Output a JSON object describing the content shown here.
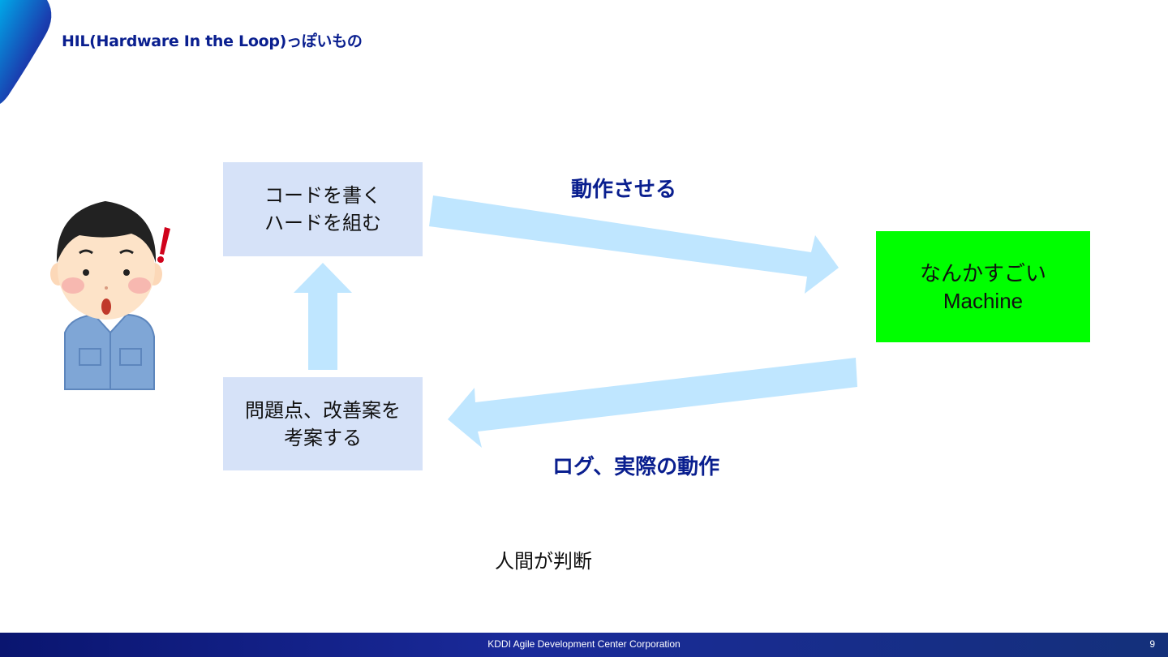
{
  "slide": {
    "title": "HIL(Hardware In the Loop)っぽいもの"
  },
  "boxes": {
    "code": {
      "line1": "コードを書く",
      "line2": "ハードを組む"
    },
    "problem": {
      "line1": "問題点、改善案を",
      "line2": "考案する"
    },
    "machine": {
      "line1": "なんかすごい",
      "line2": "Machine"
    }
  },
  "labels": {
    "action": "動作させる",
    "log": "ログ、実際の動作",
    "human": "人間が判断"
  },
  "footer": {
    "company": "KDDI Agile Development Center Corporation",
    "page": "9"
  },
  "colors": {
    "title": "#0a1f8f",
    "box": "#d6e2f8",
    "machine": "#00ff00",
    "arrow": "#bfe6ff",
    "footer": "#0a1570"
  }
}
